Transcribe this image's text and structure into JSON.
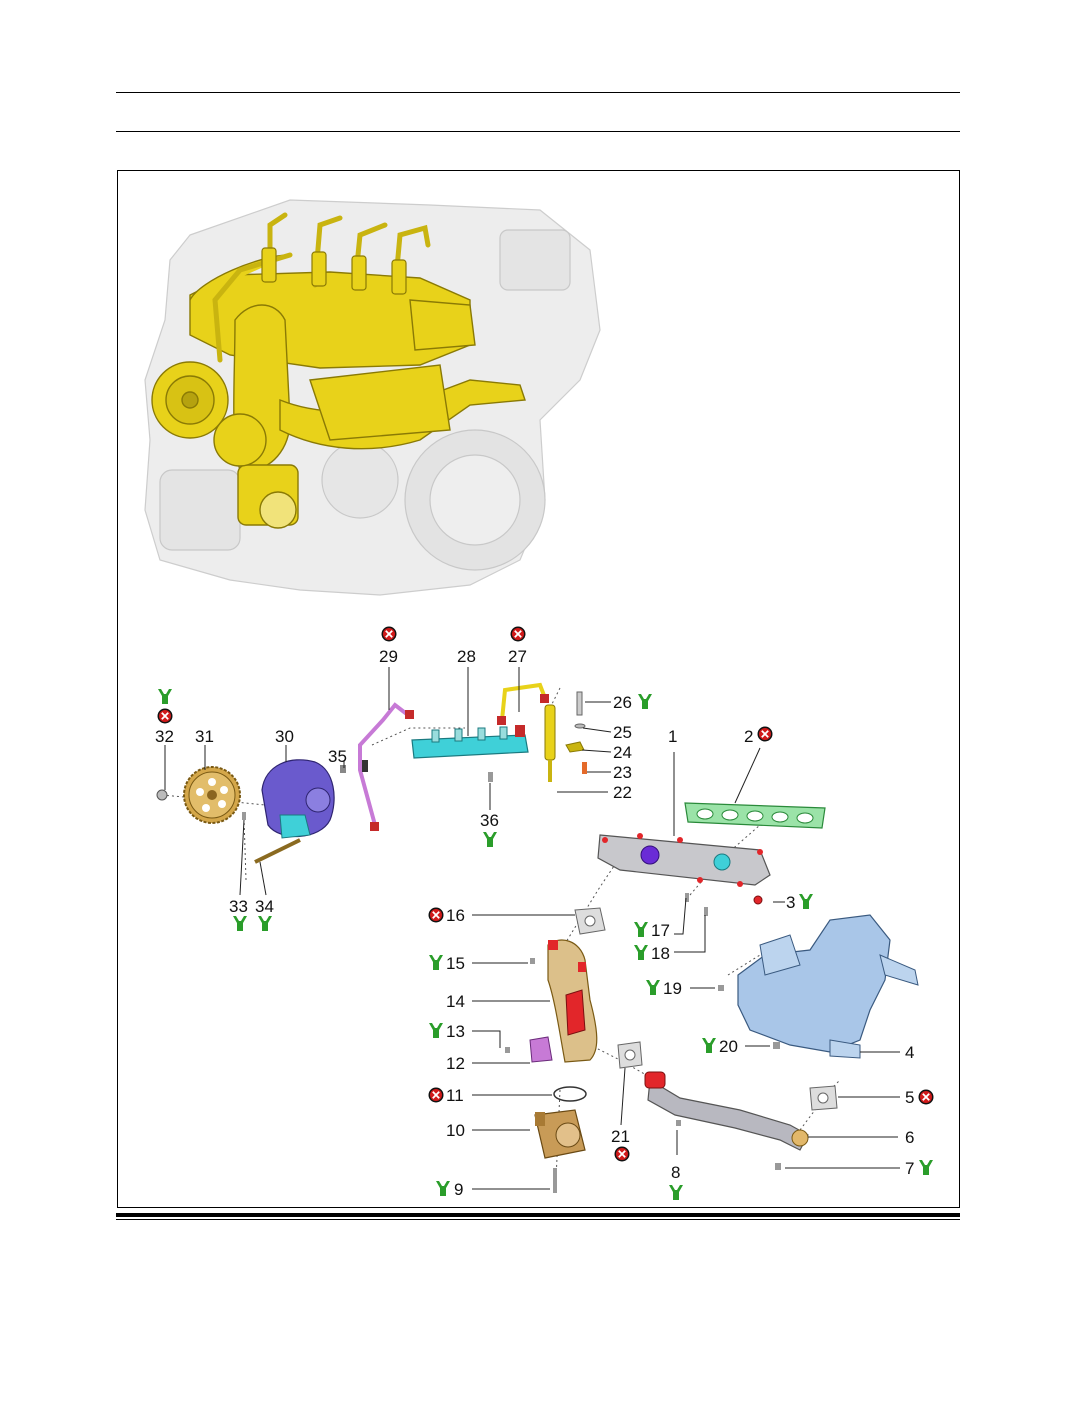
{
  "colors": {
    "engine_parts": "#e8d21a",
    "engine_ghost": "#e6e6e6",
    "fuel_rail": "#3fd0d8",
    "high_pressure_pump": "#6a5acd",
    "pipe_magenta": "#c77ad6",
    "gasket_green": "#9be3a8",
    "egr_valve": "#a9c6e8",
    "throttle_body": "#c89b57",
    "sensor_red": "#e2262a",
    "torque_symbol": "#2a9d2a",
    "replace_symbol": "#d11a1a"
  },
  "icons": {
    "torque": "wrench-torque-icon",
    "replace": "do-not-reuse-icon"
  },
  "callouts": [
    {
      "id": "1",
      "label": "1"
    },
    {
      "id": "2",
      "label": "2",
      "replace": true
    },
    {
      "id": "3",
      "label": "3",
      "torque": true
    },
    {
      "id": "4",
      "label": "4"
    },
    {
      "id": "5",
      "label": "5",
      "replace": true
    },
    {
      "id": "6",
      "label": "6"
    },
    {
      "id": "7",
      "label": "7",
      "torque": true
    },
    {
      "id": "8",
      "label": "8",
      "torque": true
    },
    {
      "id": "9",
      "label": "9",
      "torque": true
    },
    {
      "id": "10",
      "label": "10"
    },
    {
      "id": "11",
      "label": "11",
      "replace": true
    },
    {
      "id": "12",
      "label": "12"
    },
    {
      "id": "13",
      "label": "13",
      "torque": true
    },
    {
      "id": "14",
      "label": "14"
    },
    {
      "id": "15",
      "label": "15",
      "torque": true
    },
    {
      "id": "16",
      "label": "16",
      "replace": true
    },
    {
      "id": "17",
      "label": "17",
      "torque": true
    },
    {
      "id": "18",
      "label": "18",
      "torque": true
    },
    {
      "id": "19",
      "label": "19",
      "torque": true
    },
    {
      "id": "20",
      "label": "20",
      "torque": true
    },
    {
      "id": "21",
      "label": "21",
      "replace": true
    },
    {
      "id": "22",
      "label": "22"
    },
    {
      "id": "23",
      "label": "23"
    },
    {
      "id": "24",
      "label": "24"
    },
    {
      "id": "25",
      "label": "25"
    },
    {
      "id": "26",
      "label": "26",
      "torque": true
    },
    {
      "id": "27",
      "label": "27",
      "replace": true
    },
    {
      "id": "28",
      "label": "28"
    },
    {
      "id": "29",
      "label": "29",
      "replace": true
    },
    {
      "id": "30",
      "label": "30"
    },
    {
      "id": "31",
      "label": "31"
    },
    {
      "id": "32",
      "label": "32",
      "torque": true,
      "replace": true
    },
    {
      "id": "33",
      "label": "33",
      "torque": true
    },
    {
      "id": "34",
      "label": "34",
      "torque": true
    },
    {
      "id": "35",
      "label": "35"
    },
    {
      "id": "36",
      "label": "36",
      "torque": true
    }
  ]
}
